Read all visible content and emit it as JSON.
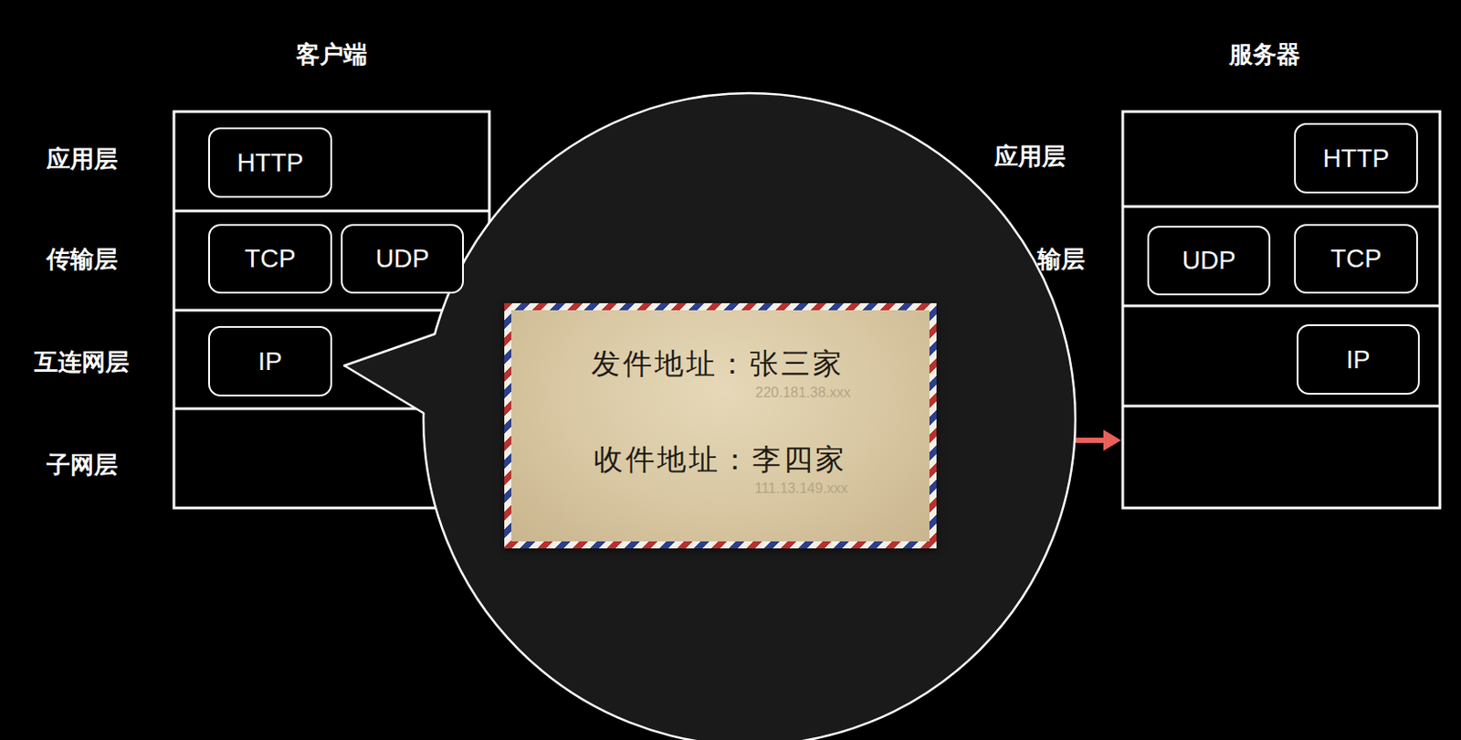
{
  "diagram": {
    "nodes": [
      {
        "text": [
          "HTTP"
        ]
      },
      {
        "text": [
          "TCP"
        ]
      },
      {
        "text": [
          "UDP"
        ]
      },
      {
        "text": [
          "IP"
        ]
      },
      {
        "text": [
          "发件地址：张三家",
          "220.181.38.xxx",
          "收件地址：李四家",
          "111.13.149.xxx"
        ]
      },
      {
        "text": [
          "HTTP"
        ]
      },
      {
        "text": [
          "UDP"
        ]
      },
      {
        "text": [
          "TCP"
        ]
      },
      {
        "text": [
          "IP"
        ]
      }
    ],
    "labels": [
      "客户端",
      "服务器",
      "应用层",
      "传输层",
      "互连网层",
      "子网层",
      "应用层",
      "输层"
    ]
  }
}
